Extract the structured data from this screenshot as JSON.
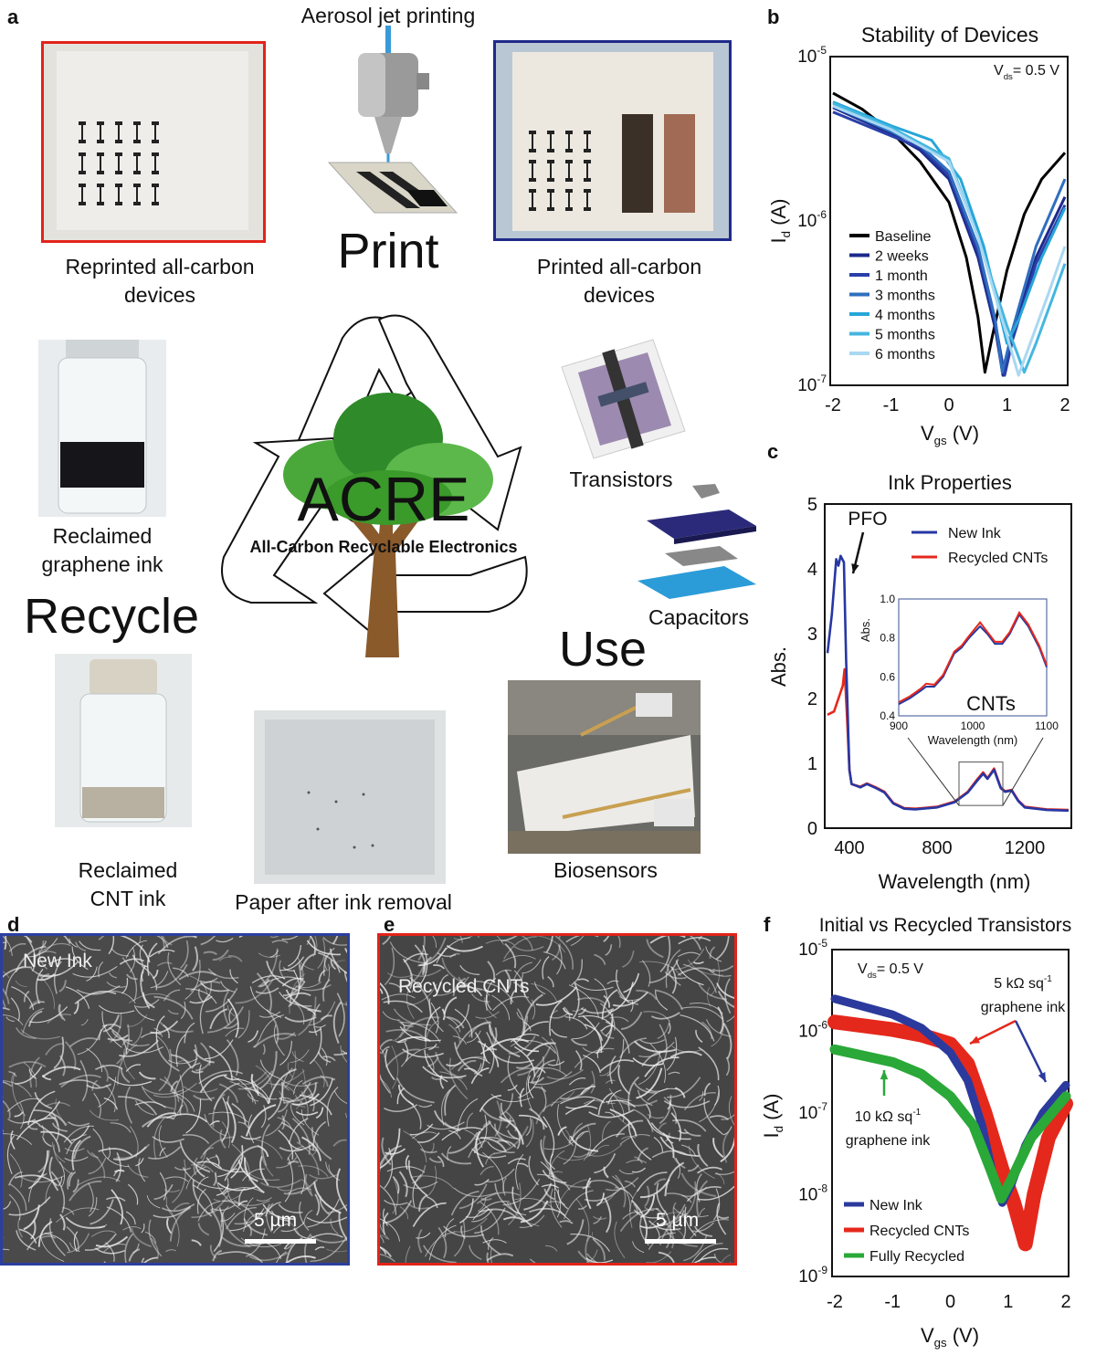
{
  "panel_a": {
    "letter": "a",
    "aerosol_label": "Aerosol jet printing",
    "print_label": "Print",
    "reprinted_caption": [
      "Reprinted all-carbon",
      "devices"
    ],
    "printed_caption": [
      "Printed all-carbon",
      "devices"
    ],
    "graphene_caption": [
      "Reclaimed",
      "graphene ink"
    ],
    "recycle_label": "Recycle",
    "cnt_caption": [
      "Reclaimed",
      "CNT ink"
    ],
    "paper_caption": "Paper after ink removal",
    "acre_title": "ACRE",
    "acre_subtitle": "All-Carbon Recyclable Electronics",
    "transistors_label": "Transistors",
    "capacitors_label": "Capacitors",
    "use_label": "Use",
    "biosensors_caption": "Biosensors",
    "colors": {
      "reprinted_border": "#e2231a",
      "printed_border": "#1f2a8a",
      "tree_green": "#3a9a2a",
      "trunk": "#8a5a2b"
    }
  },
  "panel_d": {
    "letter": "d",
    "label": "New Ink",
    "scale_bar": "5 µm",
    "border": "#2b3fa0"
  },
  "panel_e": {
    "letter": "e",
    "label": "Recycled CNTs",
    "scale_bar": "5 µm",
    "border": "#e2231a"
  },
  "chart_data": [
    {
      "panel": "b",
      "type": "line",
      "title": "Stability of Devices",
      "xlabel": {
        "main": "V",
        "sub": "gs",
        "unit": " (V)"
      },
      "ylabel": {
        "main": "I",
        "sub": "d",
        "unit": " (A)"
      },
      "annotation": {
        "main": "V",
        "sub": "ds",
        "rest": "= 0.5 V"
      },
      "xlim": [
        -2,
        2
      ],
      "ylim": [
        1e-07,
        1e-05
      ],
      "yscale": "log",
      "xticks": [
        "-2",
        "-1",
        "0",
        "1",
        "2"
      ],
      "yticks": [
        {
          "base": "10",
          "exp": "-5"
        },
        {
          "base": "10",
          "exp": "-6"
        },
        {
          "base": "10",
          "exp": "-7"
        }
      ],
      "legend": "center-left",
      "series": [
        {
          "name": "Baseline",
          "color": "#000000",
          "points": [
            [
              -2,
              6e-06
            ],
            [
              -1.5,
              4.8e-06
            ],
            [
              -1,
              3.5e-06
            ],
            [
              -0.5,
              2.3e-06
            ],
            [
              0,
              1.3e-06
            ],
            [
              0.3,
              6e-07
            ],
            [
              0.5,
              2.6e-07
            ],
            [
              0.62,
              1.2e-07
            ],
            [
              0.75,
              2e-07
            ],
            [
              1,
              5e-07
            ],
            [
              1.3,
              1.1e-06
            ],
            [
              1.6,
              1.8e-06
            ],
            [
              2,
              2.6e-06
            ]
          ]
        },
        {
          "name": "2 weeks",
          "color": "#1c2a8c",
          "points": [
            [
              -2,
              4.9e-06
            ],
            [
              -1,
              3.4e-06
            ],
            [
              -0.5,
              2.7e-06
            ],
            [
              0,
              1.8e-06
            ],
            [
              0.5,
              6e-07
            ],
            [
              0.8,
              2.2e-07
            ],
            [
              0.93,
              1.15e-07
            ],
            [
              1.1,
              2e-07
            ],
            [
              1.5,
              6e-07
            ],
            [
              2,
              1.4e-06
            ]
          ]
        },
        {
          "name": "1 month",
          "color": "#2a3fa8",
          "points": [
            [
              -2,
              4.6e-06
            ],
            [
              -1,
              3.3e-06
            ],
            [
              -0.5,
              2.8e-06
            ],
            [
              0,
              1.9e-06
            ],
            [
              0.5,
              6.5e-07
            ],
            [
              0.8,
              2.4e-07
            ],
            [
              0.96,
              1.15e-07
            ],
            [
              1.1,
              1.9e-07
            ],
            [
              1.5,
              5.5e-07
            ],
            [
              2,
              1.25e-06
            ]
          ]
        },
        {
          "name": "3 months",
          "color": "#2f6fbf",
          "points": [
            [
              -2,
              5e-06
            ],
            [
              -1,
              3.5e-06
            ],
            [
              -0.5,
              2.9e-06
            ],
            [
              0,
              2e-06
            ],
            [
              0.5,
              7e-07
            ],
            [
              0.8,
              2.5e-07
            ],
            [
              0.92,
              1.2e-07
            ],
            [
              1.1,
              2.2e-07
            ],
            [
              1.5,
              7e-07
            ],
            [
              2,
              1.8e-06
            ]
          ]
        },
        {
          "name": "4 months",
          "color": "#27a6d8",
          "points": [
            [
              -2,
              5.3e-06
            ],
            [
              -1,
              3.8e-06
            ],
            [
              -0.3,
              3.1e-06
            ],
            [
              0.2,
              1.8e-06
            ],
            [
              0.6,
              7e-07
            ],
            [
              0.85,
              3e-07
            ],
            [
              1,
              1.8e-07
            ],
            [
              1.2,
              2.5e-07
            ],
            [
              1.6,
              6e-07
            ],
            [
              2,
              1.2e-06
            ]
          ]
        },
        {
          "name": "5 months",
          "color": "#45b6e0",
          "points": [
            [
              -2,
              5.2e-06
            ],
            [
              -1,
              3.7e-06
            ],
            [
              0,
              2.4e-06
            ],
            [
              0.5,
              8e-07
            ],
            [
              1,
              2.3e-07
            ],
            [
              1.3,
              1.2e-07
            ],
            [
              1.5,
              1.8e-07
            ],
            [
              1.8,
              3.5e-07
            ],
            [
              2,
              5.5e-07
            ]
          ]
        },
        {
          "name": "6 months",
          "color": "#a9d8f2",
          "points": [
            [
              -2,
              5e-06
            ],
            [
              -1,
              3.6e-06
            ],
            [
              0,
              2.3e-06
            ],
            [
              0.5,
              8e-07
            ],
            [
              1,
              2e-07
            ],
            [
              1.2,
              1.15e-07
            ],
            [
              1.4,
              1.8e-07
            ],
            [
              1.7,
              3.5e-07
            ],
            [
              2,
              7e-07
            ]
          ]
        }
      ]
    },
    {
      "panel": "c",
      "type": "line",
      "title": "Ink Properties",
      "xlabel": "Wavelength (nm)",
      "ylabel": "Abs.",
      "xlim": [
        300,
        1400
      ],
      "ylim": [
        0,
        5
      ],
      "xticks": [
        "400",
        "800",
        "1200"
      ],
      "yticks": [
        "0",
        "1",
        "2",
        "3",
        "4",
        "5"
      ],
      "legend": "top-right",
      "annotations": [
        "PFO",
        "CNTs"
      ],
      "series": [
        {
          "name": "New Ink",
          "color": "#2637a3",
          "points": [
            [
              300,
              2.7
            ],
            [
              320,
              3.3
            ],
            [
              340,
              4.15
            ],
            [
              350,
              4.05
            ],
            [
              360,
              4.2
            ],
            [
              375,
              4.1
            ],
            [
              385,
              2.6
            ],
            [
              400,
              0.9
            ],
            [
              410,
              0.68
            ],
            [
              450,
              0.63
            ],
            [
              480,
              0.68
            ],
            [
              520,
              0.62
            ],
            [
              560,
              0.55
            ],
            [
              600,
              0.38
            ],
            [
              650,
              0.3
            ],
            [
              700,
              0.29
            ],
            [
              800,
              0.32
            ],
            [
              880,
              0.4
            ],
            [
              940,
              0.55
            ],
            [
              980,
              0.72
            ],
            [
              1010,
              0.84
            ],
            [
              1030,
              0.76
            ],
            [
              1060,
              0.9
            ],
            [
              1090,
              0.62
            ],
            [
              1110,
              0.56
            ],
            [
              1140,
              0.58
            ],
            [
              1170,
              0.42
            ],
            [
              1200,
              0.32
            ],
            [
              1300,
              0.28
            ],
            [
              1400,
              0.27
            ]
          ]
        },
        {
          "name": "Recycled CNTs",
          "color": "#e5281c",
          "points": [
            [
              300,
              1.75
            ],
            [
              330,
              1.8
            ],
            [
              355,
              2.05
            ],
            [
              370,
              2.2
            ],
            [
              378,
              2.45
            ],
            [
              388,
              1.8
            ],
            [
              400,
              0.9
            ],
            [
              410,
              0.68
            ],
            [
              450,
              0.64
            ],
            [
              480,
              0.69
            ],
            [
              520,
              0.63
            ],
            [
              560,
              0.56
            ],
            [
              600,
              0.39
            ],
            [
              650,
              0.31
            ],
            [
              700,
              0.3
            ],
            [
              800,
              0.33
            ],
            [
              880,
              0.41
            ],
            [
              940,
              0.56
            ],
            [
              980,
              0.74
            ],
            [
              1010,
              0.86
            ],
            [
              1030,
              0.77
            ],
            [
              1060,
              0.92
            ],
            [
              1090,
              0.63
            ],
            [
              1110,
              0.57
            ],
            [
              1140,
              0.59
            ],
            [
              1170,
              0.43
            ],
            [
              1200,
              0.33
            ],
            [
              1300,
              0.29
            ],
            [
              1400,
              0.28
            ]
          ]
        }
      ],
      "inset": {
        "xlabel": "Wavelength (nm)",
        "ylabel": "Abs.",
        "xlim": [
          900,
          1100
        ],
        "ylim": [
          0.4,
          1.0
        ],
        "xticks": [
          "900",
          "1000",
          "1100"
        ],
        "yticks": [
          "0.4",
          "0.6",
          "0.8",
          "1.0"
        ],
        "series": [
          {
            "name": "New Ink",
            "color": "#2637a3",
            "points": [
              [
                900,
                0.46
              ],
              [
                915,
                0.49
              ],
              [
                930,
                0.53
              ],
              [
                937,
                0.55
              ],
              [
                948,
                0.55
              ],
              [
                960,
                0.6
              ],
              [
                975,
                0.72
              ],
              [
                985,
                0.75
              ],
              [
                995,
                0.8
              ],
              [
                1010,
                0.86
              ],
              [
                1020,
                0.82
              ],
              [
                1030,
                0.77
              ],
              [
                1040,
                0.77
              ],
              [
                1050,
                0.82
              ],
              [
                1063,
                0.92
              ],
              [
                1075,
                0.86
              ],
              [
                1090,
                0.75
              ],
              [
                1100,
                0.65
              ]
            ]
          },
          {
            "name": "Recycled CNTs",
            "color": "#e5281c",
            "points": [
              [
                900,
                0.47
              ],
              [
                915,
                0.5
              ],
              [
                930,
                0.54
              ],
              [
                937,
                0.565
              ],
              [
                948,
                0.56
              ],
              [
                960,
                0.61
              ],
              [
                975,
                0.73
              ],
              [
                985,
                0.76
              ],
              [
                995,
                0.81
              ],
              [
                1010,
                0.88
              ],
              [
                1020,
                0.83
              ],
              [
                1030,
                0.78
              ],
              [
                1040,
                0.78
              ],
              [
                1050,
                0.83
              ],
              [
                1063,
                0.93
              ],
              [
                1075,
                0.87
              ],
              [
                1090,
                0.76
              ],
              [
                1100,
                0.66
              ]
            ]
          }
        ]
      }
    },
    {
      "panel": "f",
      "type": "line",
      "title": "Initial vs Recycled Transistors",
      "xlabel": {
        "main": "V",
        "sub": "gs",
        "unit": " (V)"
      },
      "ylabel": {
        "main": "I",
        "sub": "d",
        "unit": " (A)"
      },
      "annotation": {
        "main": "V",
        "sub": "ds",
        "rest": "= 0.5 V"
      },
      "xlim": [
        -2,
        2
      ],
      "ylim": [
        1e-09,
        1e-05
      ],
      "yscale": "log",
      "xticks": [
        "-2",
        "-1",
        "0",
        "1",
        "2"
      ],
      "yticks": [
        {
          "base": "10",
          "exp": "-5"
        },
        {
          "base": "10",
          "exp": "-6"
        },
        {
          "base": "10",
          "exp": "-7"
        },
        {
          "base": "10",
          "exp": "-8"
        },
        {
          "base": "10",
          "exp": "-9"
        }
      ],
      "legend": "bottom-left",
      "callouts": [
        {
          "lines": [
            "5 kΩ sq",
            "graphene ink"
          ],
          "sup": "-1"
        },
        {
          "lines": [
            "10 kΩ sq",
            "graphene ink"
          ],
          "sup": "-1"
        }
      ],
      "series": [
        {
          "name": "New Ink",
          "color": "#2b3a9c",
          "points": [
            [
              -2,
              2.5e-06
            ],
            [
              -1,
              1.6e-06
            ],
            [
              -0.5,
              1.1e-06
            ],
            [
              0,
              5.5e-07
            ],
            [
              0.3,
              2.5e-07
            ],
            [
              0.55,
              7e-08
            ],
            [
              0.75,
              1.6e-08
            ],
            [
              0.9,
              8e-09
            ],
            [
              1.05,
              1.3e-08
            ],
            [
              1.3,
              4e-08
            ],
            [
              1.6,
              1e-07
            ],
            [
              2,
              2.2e-07
            ]
          ]
        },
        {
          "name": "Recycled CNTs",
          "color": "#e5281c",
          "points": [
            [
              -2,
              1.3e-06
            ],
            [
              -1,
              1.05e-06
            ],
            [
              -0.5,
              9e-07
            ],
            [
              0,
              7e-07
            ],
            [
              0.3,
              4e-07
            ],
            [
              0.6,
              1e-07
            ],
            [
              0.9,
              2e-08
            ],
            [
              1.1,
              8e-09
            ],
            [
              1.3,
              2.5e-09
            ],
            [
              1.45,
              1e-08
            ],
            [
              1.7,
              5e-08
            ],
            [
              2,
              1.3e-07
            ]
          ]
        },
        {
          "name": "Fully Recycled",
          "color": "#2aa838",
          "points": [
            [
              -2,
              6e-07
            ],
            [
              -1,
              4.2e-07
            ],
            [
              -0.5,
              3e-07
            ],
            [
              0,
              1.6e-07
            ],
            [
              0.4,
              7e-08
            ],
            [
              0.7,
              2e-08
            ],
            [
              0.88,
              9e-09
            ],
            [
              1.05,
              1.5e-08
            ],
            [
              1.4,
              5e-08
            ],
            [
              2,
              1.6e-07
            ]
          ]
        }
      ]
    }
  ]
}
